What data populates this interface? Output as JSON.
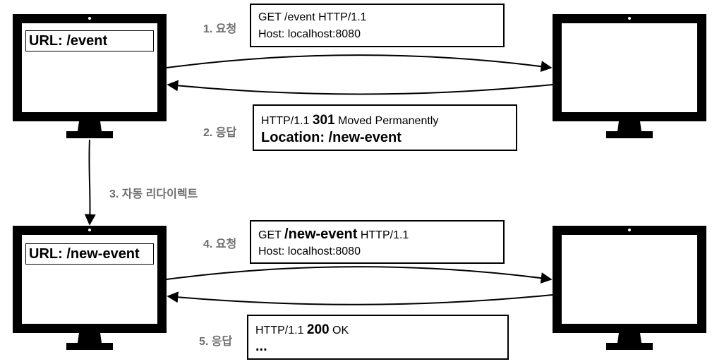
{
  "clients": {
    "top": {
      "url_label": "URL:",
      "url_value": "/event"
    },
    "bottom": {
      "url_label": "URL:",
      "url_value": "/new-event"
    }
  },
  "steps": {
    "s1": "1. 요청",
    "s2": "2. 응답",
    "s3": "3. 자동 리다이렉트",
    "s4": "4. 요청",
    "s5": "5. 응답"
  },
  "request1": {
    "line1": "GET /event HTTP/1.1",
    "line2": "Host: localhost:8080"
  },
  "response1": {
    "line1_pre": "HTTP/1.1 ",
    "line1_code": "301",
    "line1_post": " Moved Permanently",
    "line2": "Location: /new-event"
  },
  "request2": {
    "line1_pre": "GET ",
    "line1_path": "/new-event",
    "line1_post": " HTTP/1.1",
    "line2": "Host: localhost:8080"
  },
  "response2": {
    "line1_pre": "HTTP/1.1 ",
    "line1_code": "200",
    "line1_post": " OK",
    "line2": "..."
  },
  "colors": {
    "stroke": "#000000",
    "step_label": "#6e6e6e",
    "screen": "#ffffff"
  }
}
